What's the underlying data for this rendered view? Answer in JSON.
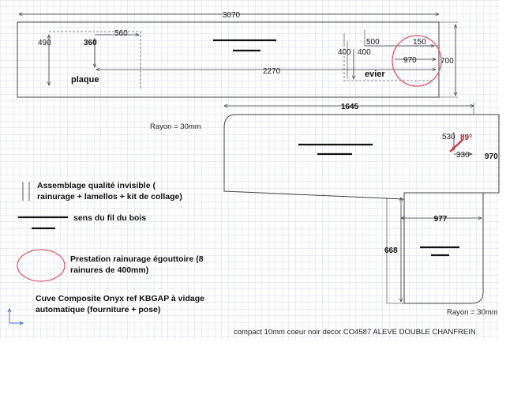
{
  "colors": {
    "grid": "#c9cde9",
    "grid_bg": "#ffffff",
    "outline": "#444444",
    "dimension": "#333333",
    "red_circle": "#e0566a",
    "angle_red": "#d8262b"
  },
  "top_panel": {
    "overall_width": "3070",
    "depth": "700",
    "plaque": {
      "label": "plaque",
      "height": "490",
      "width": "560",
      "offset": "360"
    },
    "sink_span": "2270",
    "evier": {
      "label": "evier",
      "width": "500",
      "edge": "150",
      "d1": "400",
      "d2": "400",
      "d3": "970"
    }
  },
  "corner_panel": {
    "width": "1645",
    "depth": "970",
    "radius_label": "Rayon = 30mm",
    "d_530": "530",
    "d_330": "330",
    "angle": "89°"
  },
  "return_panel": {
    "width": "977",
    "height": "668",
    "radius_label": "Rayon = 30mm"
  },
  "legend": {
    "assembly_line1": "Assemblage qualité invisible (",
    "assembly_line2": "rainurage + lamellos + kit de collage)",
    "grain": "sens du fil du bois",
    "drain_line1": "Prestation rainurage égouttoire (8",
    "drain_line2": "rainures de 400mm)",
    "sink_line1": "Cuve Composite Onyx ref KBGAP à vidage",
    "sink_line2": "automatique (fourniture + pose)"
  },
  "footer": "compact 10mm coeur noir decor CO4587 ALEVE DOUBLE CHANFREIN"
}
